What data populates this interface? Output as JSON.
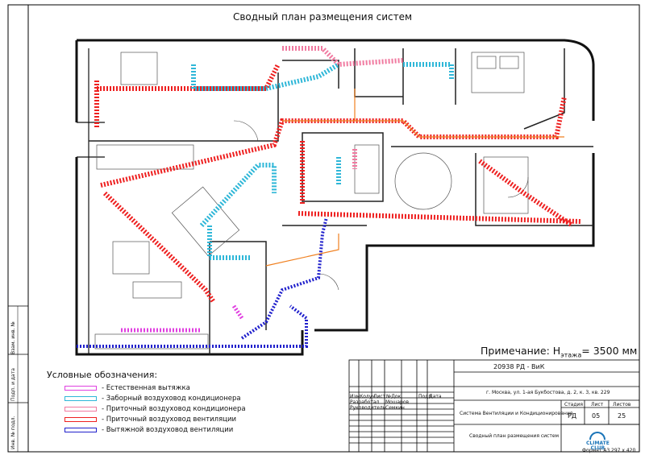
{
  "title": "Сводный план размещения систем",
  "note": {
    "prefix": "Примечание: H",
    "sub": "этажа",
    "suffix": "= 3500 мм"
  },
  "legend": {
    "heading": "Условные обозначения:",
    "items": [
      {
        "label": "- Естественная вытяжка",
        "color": "#e040e0"
      },
      {
        "label": "- Заборный воздуховод кондиционера",
        "color": "#2fb7d8"
      },
      {
        "label": "- Приточный воздуховод кондиционера",
        "color": "#f07aa0"
      },
      {
        "label": "- Приточный воздуховод вентиляции",
        "color": "#ee2020"
      },
      {
        "label": "- Вытяжной воздуховод вентиляции",
        "color": "#2020cc"
      }
    ]
  },
  "stamp": {
    "doc_code": "20938 РД - ВиК",
    "address": "г. Москва, ул. 1-ая Букбостова, д. 2, к. 3, кв. 229",
    "system": "Система Вентиляции и Кондиционирования",
    "sheet_title": "Сводный план размещения систем",
    "headers": [
      "Изм.",
      "Колуч",
      "Лист",
      "№Док.",
      "Подп.",
      "Дата"
    ],
    "roles": [
      "Разработал",
      "Руководитель"
    ],
    "names": [
      "Мошаров",
      "Семкин"
    ],
    "stage_label": "Стадия",
    "sheet_label": "Лист",
    "sheets_label": "Листов",
    "stage": "РД",
    "sheet": "05",
    "sheets": "25",
    "format": "Формат А3",
    "size": "297 x 420"
  },
  "side_labels": [
    "Взам. инв. №",
    "Подп. и дата",
    "Инв. № подл."
  ],
  "logo": {
    "line1": "CLIMATE",
    "line2": "CLUB"
  }
}
